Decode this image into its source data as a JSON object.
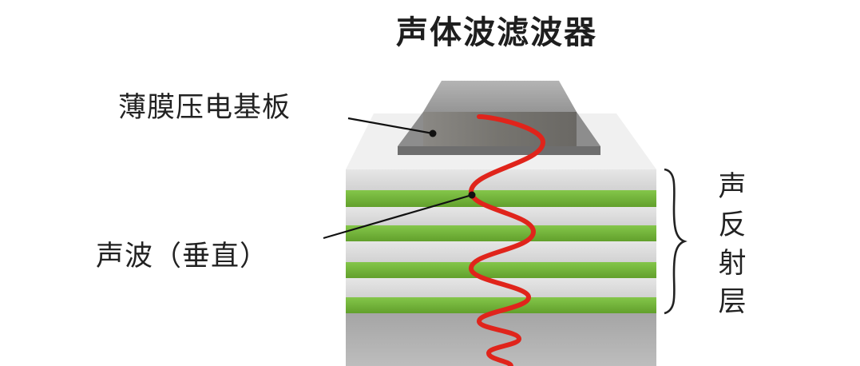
{
  "title": "声体波滤波器",
  "labels": {
    "substrate": "薄膜压电基板",
    "wave": "声波（垂直）",
    "reflector": "声反射层"
  },
  "colors": {
    "background": "#ffffff",
    "text": "#222222",
    "reflector_green": "#76b83c",
    "reflector_grey": "#c7c7c7",
    "substrate_body": "#7f7d79",
    "wave_red": "#e0241b"
  }
}
